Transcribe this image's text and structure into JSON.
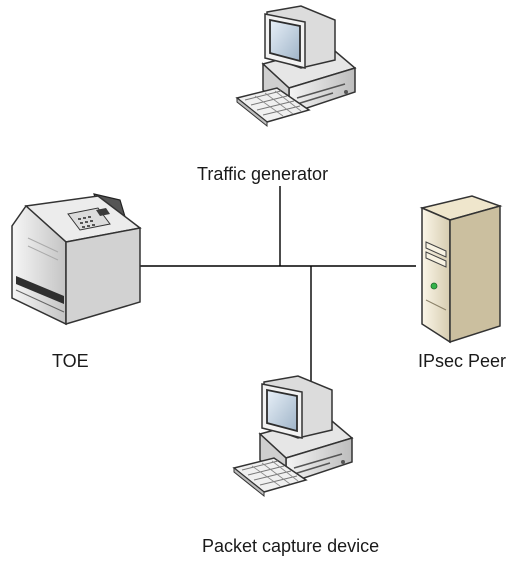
{
  "nodes": {
    "traffic_generator": {
      "label": "Traffic generator",
      "icon": "desktop-computer-icon"
    },
    "toe": {
      "label": "TOE",
      "icon": "multifunction-printer-icon"
    },
    "ipsec_peer": {
      "label": "IPsec Peer",
      "icon": "tower-server-icon"
    },
    "packet_capture": {
      "label": "Packet capture device",
      "icon": "desktop-computer-icon"
    }
  },
  "colors": {
    "line": "#000000",
    "device_gray": "#d8d8d8",
    "device_dark": "#3a3a3a",
    "screen": "#c9d8e8",
    "server_body": "#f3ecd8",
    "led_green": "#35b24a"
  }
}
